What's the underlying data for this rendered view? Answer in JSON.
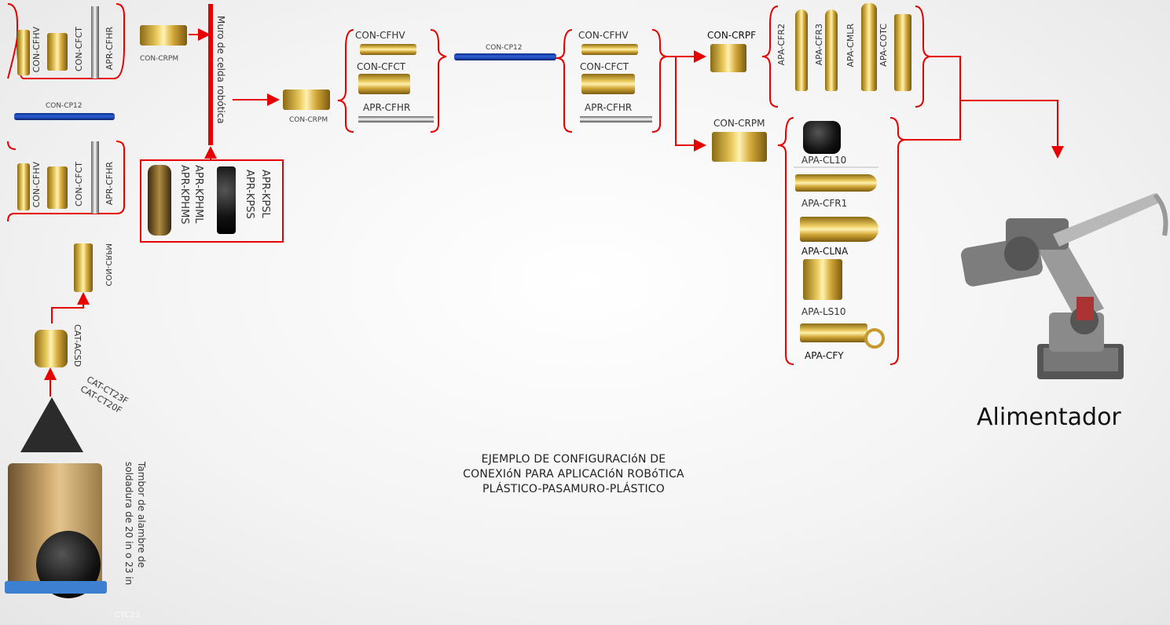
{
  "caption": {
    "line1": "EJEMPLO DE CONFIGURACIóN DE",
    "line2": "CONEXIóN PARA APLICACIóN ROBóTICA",
    "line3": "PLÁSTICO-PASAMURO-PLÁSTICO"
  },
  "feeder_label": "Alimentador",
  "drum_label": "Tambor de alambre de soldadura de 20 in o 23 in",
  "drum_code": "CTC23",
  "cone_labels": [
    "CAT-CT23F",
    "CAT-CT20F"
  ],
  "cat_acsd": "CAT-ACSD",
  "left_con_crpm": "CON-CRPM",
  "left_group_top": [
    "CON-CFHV",
    "CON-CFCT",
    "APR-CFHR"
  ],
  "left_group_bottom": [
    "CON-CFHV",
    "CON-CFCT",
    "APR-CFHR"
  ],
  "left_tube": "CON-CP12",
  "top_con_crpm": "CON-CRPM",
  "wall_label": "Muro de celda robótica",
  "wall_kit": [
    "APR-KPSL",
    "APR-KPSS",
    "APR-KPHML",
    "APR-KPHMS"
  ],
  "mid_con_crpm": "CON-CRPM",
  "mid_group": [
    "CON-CFHV",
    "CON-CFCT",
    "APR-CFHR"
  ],
  "mid_tube": "CON-CP12",
  "right_group": [
    "CON-CFHV",
    "CON-CFCT",
    "APR-CFHR"
  ],
  "con_crpf": "CON-CRPF",
  "apa_top": [
    "APA-CFR2",
    "APA-CFR3",
    "APA-CMLR",
    "APA-COTC"
  ],
  "right_con_crpm": "CON-CRPM",
  "apa_list": [
    "APA-CL10",
    "APA-CFR1",
    "APA-CLNA",
    "APA-LS10",
    "APA-CFY"
  ],
  "colors": {
    "arrow": "#e60000",
    "tube": "#1c4cc4",
    "brass": "#d4a93a"
  }
}
